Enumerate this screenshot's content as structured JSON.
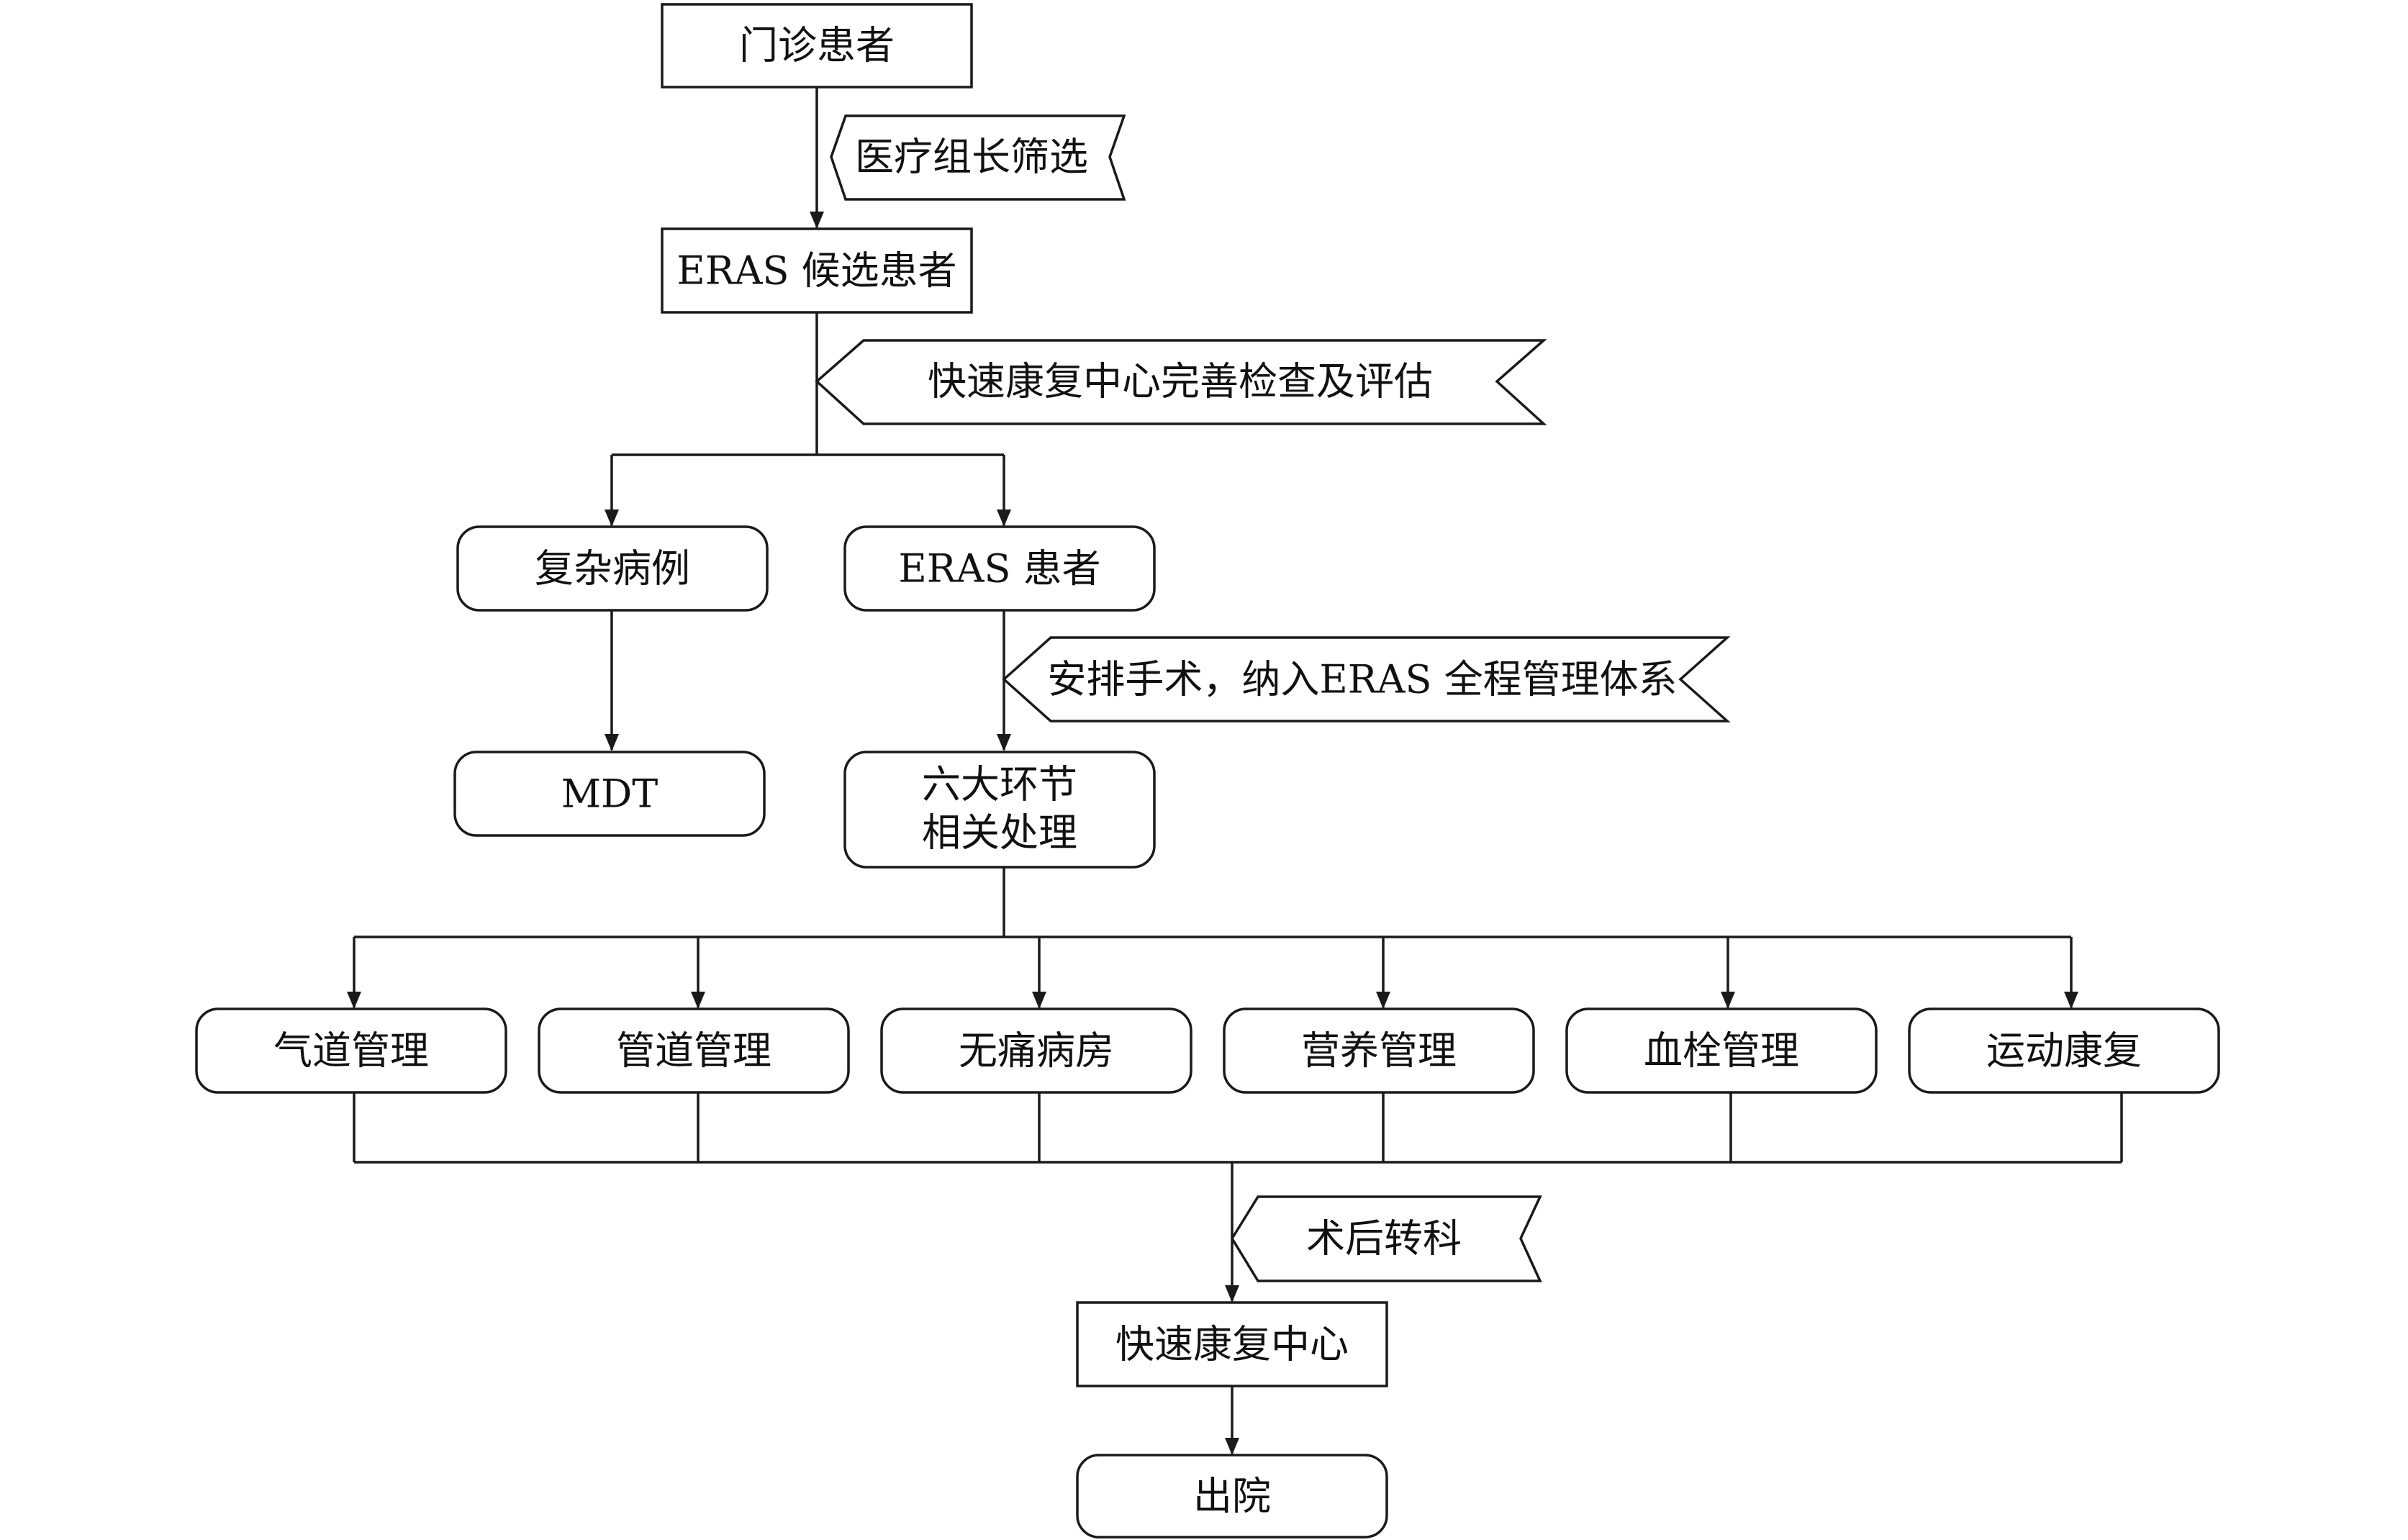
{
  "nodes": {
    "outpatient": "门诊患者",
    "candidate": "ERAS 候选患者",
    "complex": "复杂病例",
    "eras_patient": "ERAS 患者",
    "mdt": "MDT",
    "six_links_line1": "六大环节",
    "six_links_line2": "相关处理",
    "airway": "气道管理",
    "tube": "管道管理",
    "painless": "无痛病房",
    "nutrition": "营养管理",
    "thrombosis": "血栓管理",
    "exercise": "运动康复",
    "rehab_center": "快速康复中心",
    "discharge": "出院"
  },
  "steps": {
    "screening": "医疗组长筛选",
    "evaluation": "快速康复中心完善检查及评估",
    "surgery": "安排手术，纳入ERAS 全程管理体系",
    "transfer": "术后转科"
  }
}
